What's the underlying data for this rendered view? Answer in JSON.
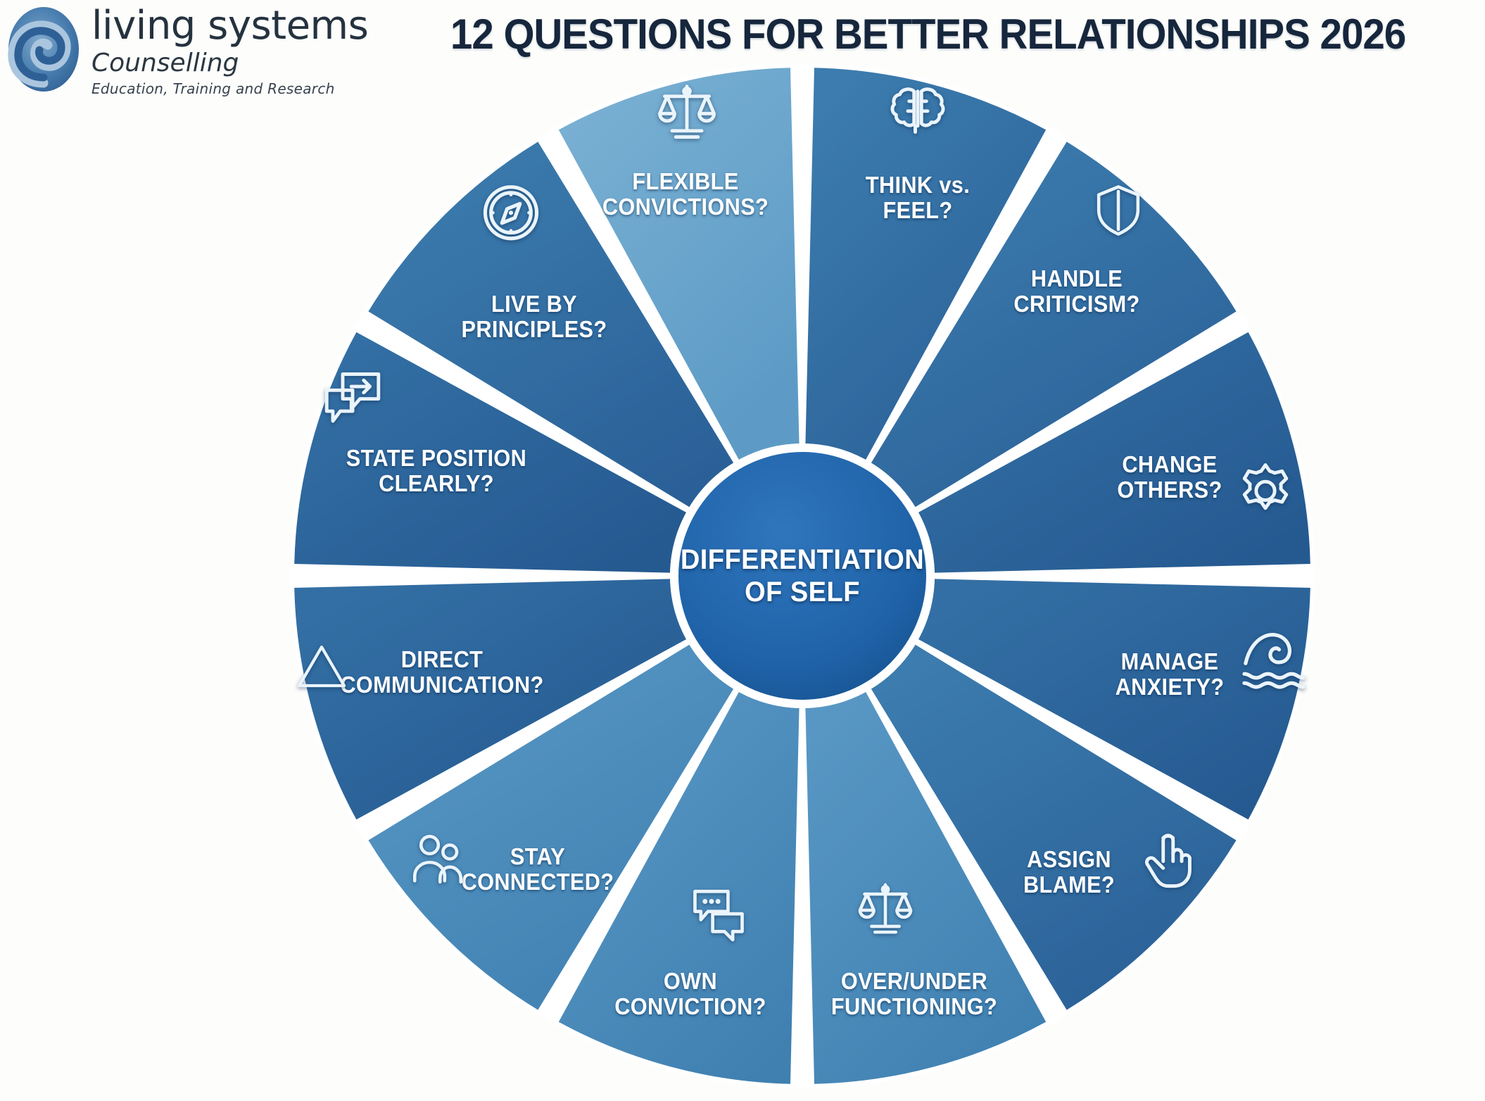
{
  "brand": {
    "line1": "living systems",
    "line2": "Counselling",
    "line3": "Education, Training and Research",
    "logo_icon": "spiral-logo-icon",
    "colors": {
      "dark": "#2b6399",
      "mid": "#5b8fc0",
      "light": "#a9c3dc"
    }
  },
  "header": {
    "title": "12 QUESTIONS FOR BETTER RELATIONSHIPS 2026",
    "title_color": "#16263c"
  },
  "wheel": {
    "hub": {
      "line1": "DIFFERENTIATION",
      "line2": "OF SELF",
      "fill": "#1f62a8"
    },
    "palette": {
      "light": "#6aa6cd",
      "mid": "#4d8cba",
      "dark": "#2f6ea4",
      "darkest": "#2a5f96",
      "divider": "#ffffff"
    },
    "segment_count": 12,
    "segments": [
      {
        "index": 0,
        "label": "THINK vs.\nFEEL?",
        "icon": "brain-icon",
        "shade": "dark"
      },
      {
        "index": 1,
        "label": "HANDLE\nCRITICISM?",
        "icon": "shield-icon",
        "shade": "dark"
      },
      {
        "index": 2,
        "label": "CHANGE\nOTHERS?",
        "icon": "gear-icon",
        "shade": "darkest"
      },
      {
        "index": 3,
        "label": "MANAGE\nANXIETY?",
        "icon": "wave-icon",
        "shade": "darkest"
      },
      {
        "index": 4,
        "label": "ASSIGN\nBLAME?",
        "icon": "pointing-hand-icon",
        "shade": "dark"
      },
      {
        "index": 5,
        "label": "OVER/UNDER\nFUNCTIONING?",
        "icon": "scales-icon",
        "shade": "mid"
      },
      {
        "index": 6,
        "label": "OWN\nCONVICTION?",
        "icon": "chat-bubbles-icon",
        "shade": "mid"
      },
      {
        "index": 7,
        "label": "STAY\nCONNECTED?",
        "icon": "two-people-icon",
        "shade": "mid"
      },
      {
        "index": 8,
        "label": "DIRECT\nCOMMUNICATION?",
        "icon": "triangle-icon",
        "shade": "darkest"
      },
      {
        "index": 9,
        "label": "STATE POSITION\nCLEARLY?",
        "icon": "speech-arrow-icon",
        "shade": "darkest"
      },
      {
        "index": 10,
        "label": "LIVE BY\nPRINCIPLES?",
        "icon": "compass-icon",
        "shade": "dark"
      },
      {
        "index": 11,
        "label": "FLEXIBLE\nCONVICTIONS?",
        "icon": "balance-scales-icon",
        "shade": "light"
      }
    ]
  }
}
